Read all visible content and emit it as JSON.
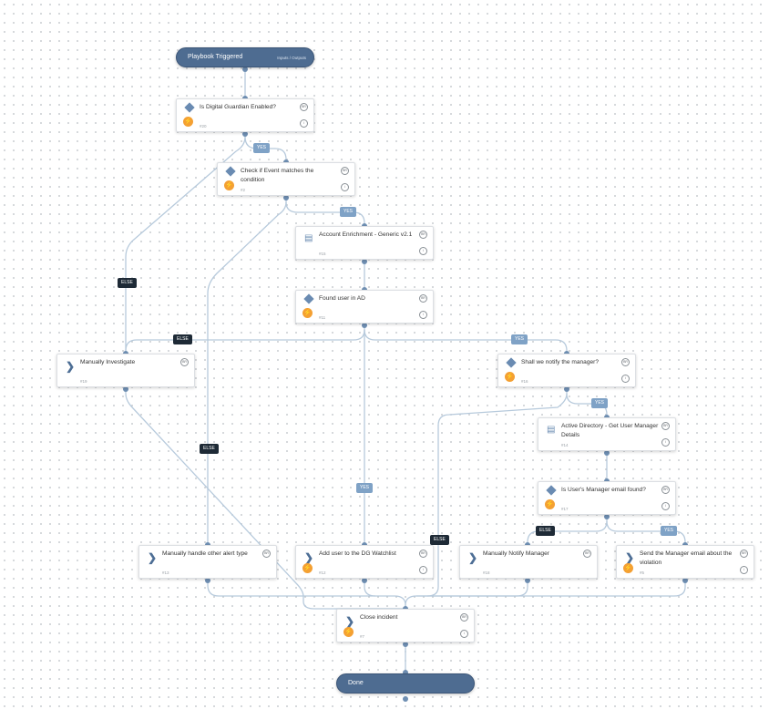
{
  "start": {
    "label": "Playbook Triggered",
    "links": "Inputs / Outputs"
  },
  "end": {
    "label": "Done"
  },
  "tasks": [
    {
      "id": "t20",
      "title": "Is Digital Guardian Enabled?",
      "num": "#20"
    },
    {
      "id": "t2",
      "title": "Check if Event matches the condition",
      "num": "#2"
    },
    {
      "id": "t15",
      "title": "Account Enrichment - Generic v2.1",
      "num": "#15"
    },
    {
      "id": "t11",
      "title": "Found user in AD",
      "num": "#11"
    },
    {
      "id": "t19",
      "title": "Manually Investigate",
      "num": "#19"
    },
    {
      "id": "t16",
      "title": "Shall we notify the manager?",
      "num": "#16"
    },
    {
      "id": "t14",
      "title": "Active Directory - Get User Manager Details",
      "num": "#14"
    },
    {
      "id": "t17",
      "title": "Is User's Manager email found?",
      "num": "#17"
    },
    {
      "id": "t13",
      "title": "Manually handle other alert type",
      "num": "#13"
    },
    {
      "id": "t12",
      "title": "Add user to the DG Watchlist",
      "num": "#12"
    },
    {
      "id": "t18",
      "title": "Manually Notify Manager",
      "num": "#18"
    },
    {
      "id": "t5",
      "title": "Send the Manager email about the violation",
      "num": "#5"
    },
    {
      "id": "t7",
      "title": "Close incident",
      "num": "#7"
    }
  ],
  "badges": {
    "yes": "YES",
    "else": "ELSE"
  },
  "icons": {
    "condition": "diamond-icon",
    "playbook": "book-icon",
    "manual": "chevron-right-icon",
    "automation": "lightning-icon",
    "brand": "brand-icon",
    "info": "info-icon"
  },
  "colors": {
    "pill": "#4e6c91",
    "edge": "#b7cadc",
    "yes_badge": "#7fa2c6",
    "else_badge": "#1e2a36",
    "automation": "#f4a033"
  },
  "circle_glyphs": {
    "top": "BR",
    "bottom": "i"
  }
}
